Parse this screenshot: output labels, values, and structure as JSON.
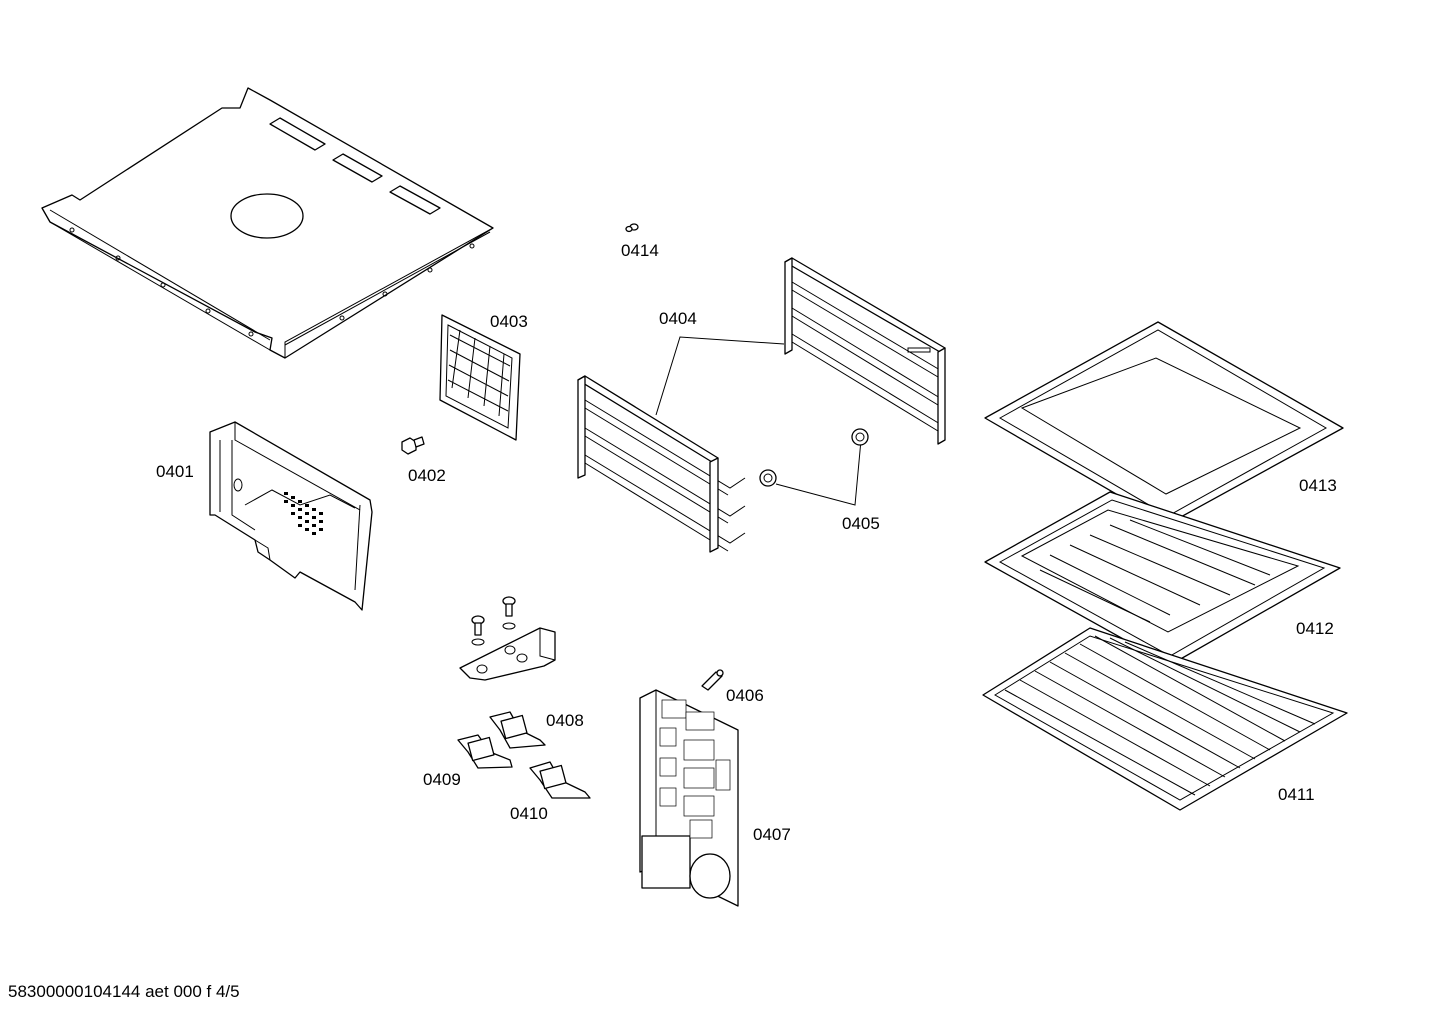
{
  "footer": "58300000104144 aet 000 f 4/5",
  "labels": {
    "p0401": "0401",
    "p0402": "0402",
    "p0403": "0403",
    "p0404": "0404",
    "p0405": "0405",
    "p0406": "0406",
    "p0407": "0407",
    "p0408": "0408",
    "p0409": "0409",
    "p0410": "0410",
    "p0411": "0411",
    "p0412": "0412",
    "p0413": "0413",
    "p0414": "0414"
  }
}
